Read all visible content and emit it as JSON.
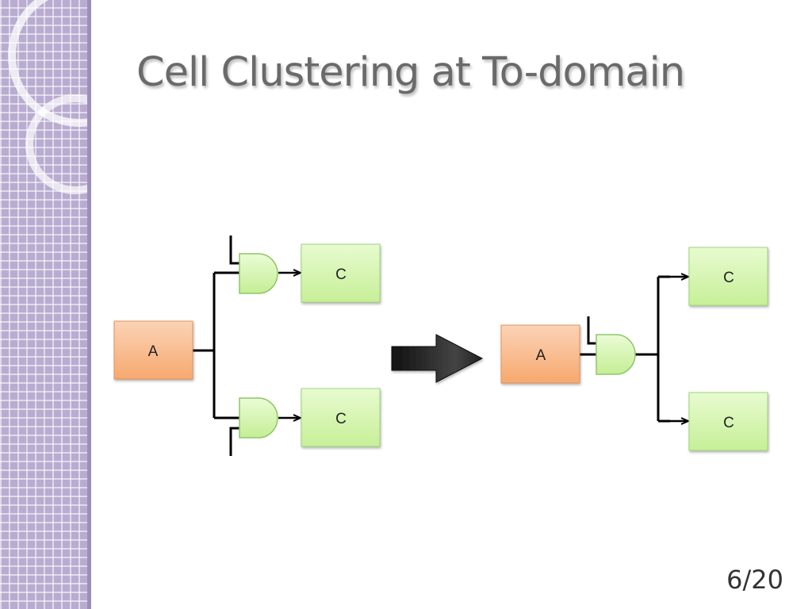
{
  "slide": {
    "title": "Cell Clustering at To-domain",
    "page_number": "6/20"
  },
  "diagram": {
    "before": {
      "source_label": "A",
      "sink_top_label": "C",
      "sink_bottom_label": "C"
    },
    "after": {
      "source_label": "A",
      "sink_top_label": "C",
      "sink_bottom_label": "C"
    }
  },
  "colors": {
    "sidebar": "#b9acd0",
    "box_a": "#f9b98c",
    "box_c": "#d6f5b0",
    "gate": "#d9f5b8",
    "arrow": "#222222"
  }
}
